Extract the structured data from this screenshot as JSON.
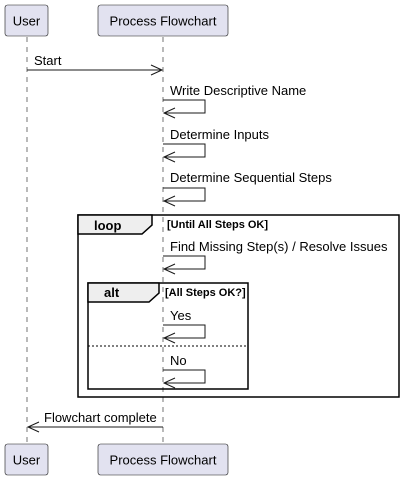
{
  "participants": {
    "user": "User",
    "process": "Process Flowchart"
  },
  "messages": {
    "start": "Start",
    "write_name": "Write Descriptive Name",
    "determine_inputs": "Determine Inputs",
    "determine_steps": "Determine Sequential Steps",
    "find_missing": "Find Missing Step(s) / Resolve Issues",
    "yes": "Yes",
    "no": "No",
    "complete": "Flowchart complete"
  },
  "frames": {
    "loop": {
      "keyword": "loop",
      "guard": "[Until All Steps OK]"
    },
    "alt": {
      "keyword": "alt",
      "guard": "[All Steps OK?]"
    }
  },
  "colors": {
    "participant_fill": "#E2E2F0",
    "line": "#181818",
    "frame_tab_fill": "#EEEEEE"
  }
}
